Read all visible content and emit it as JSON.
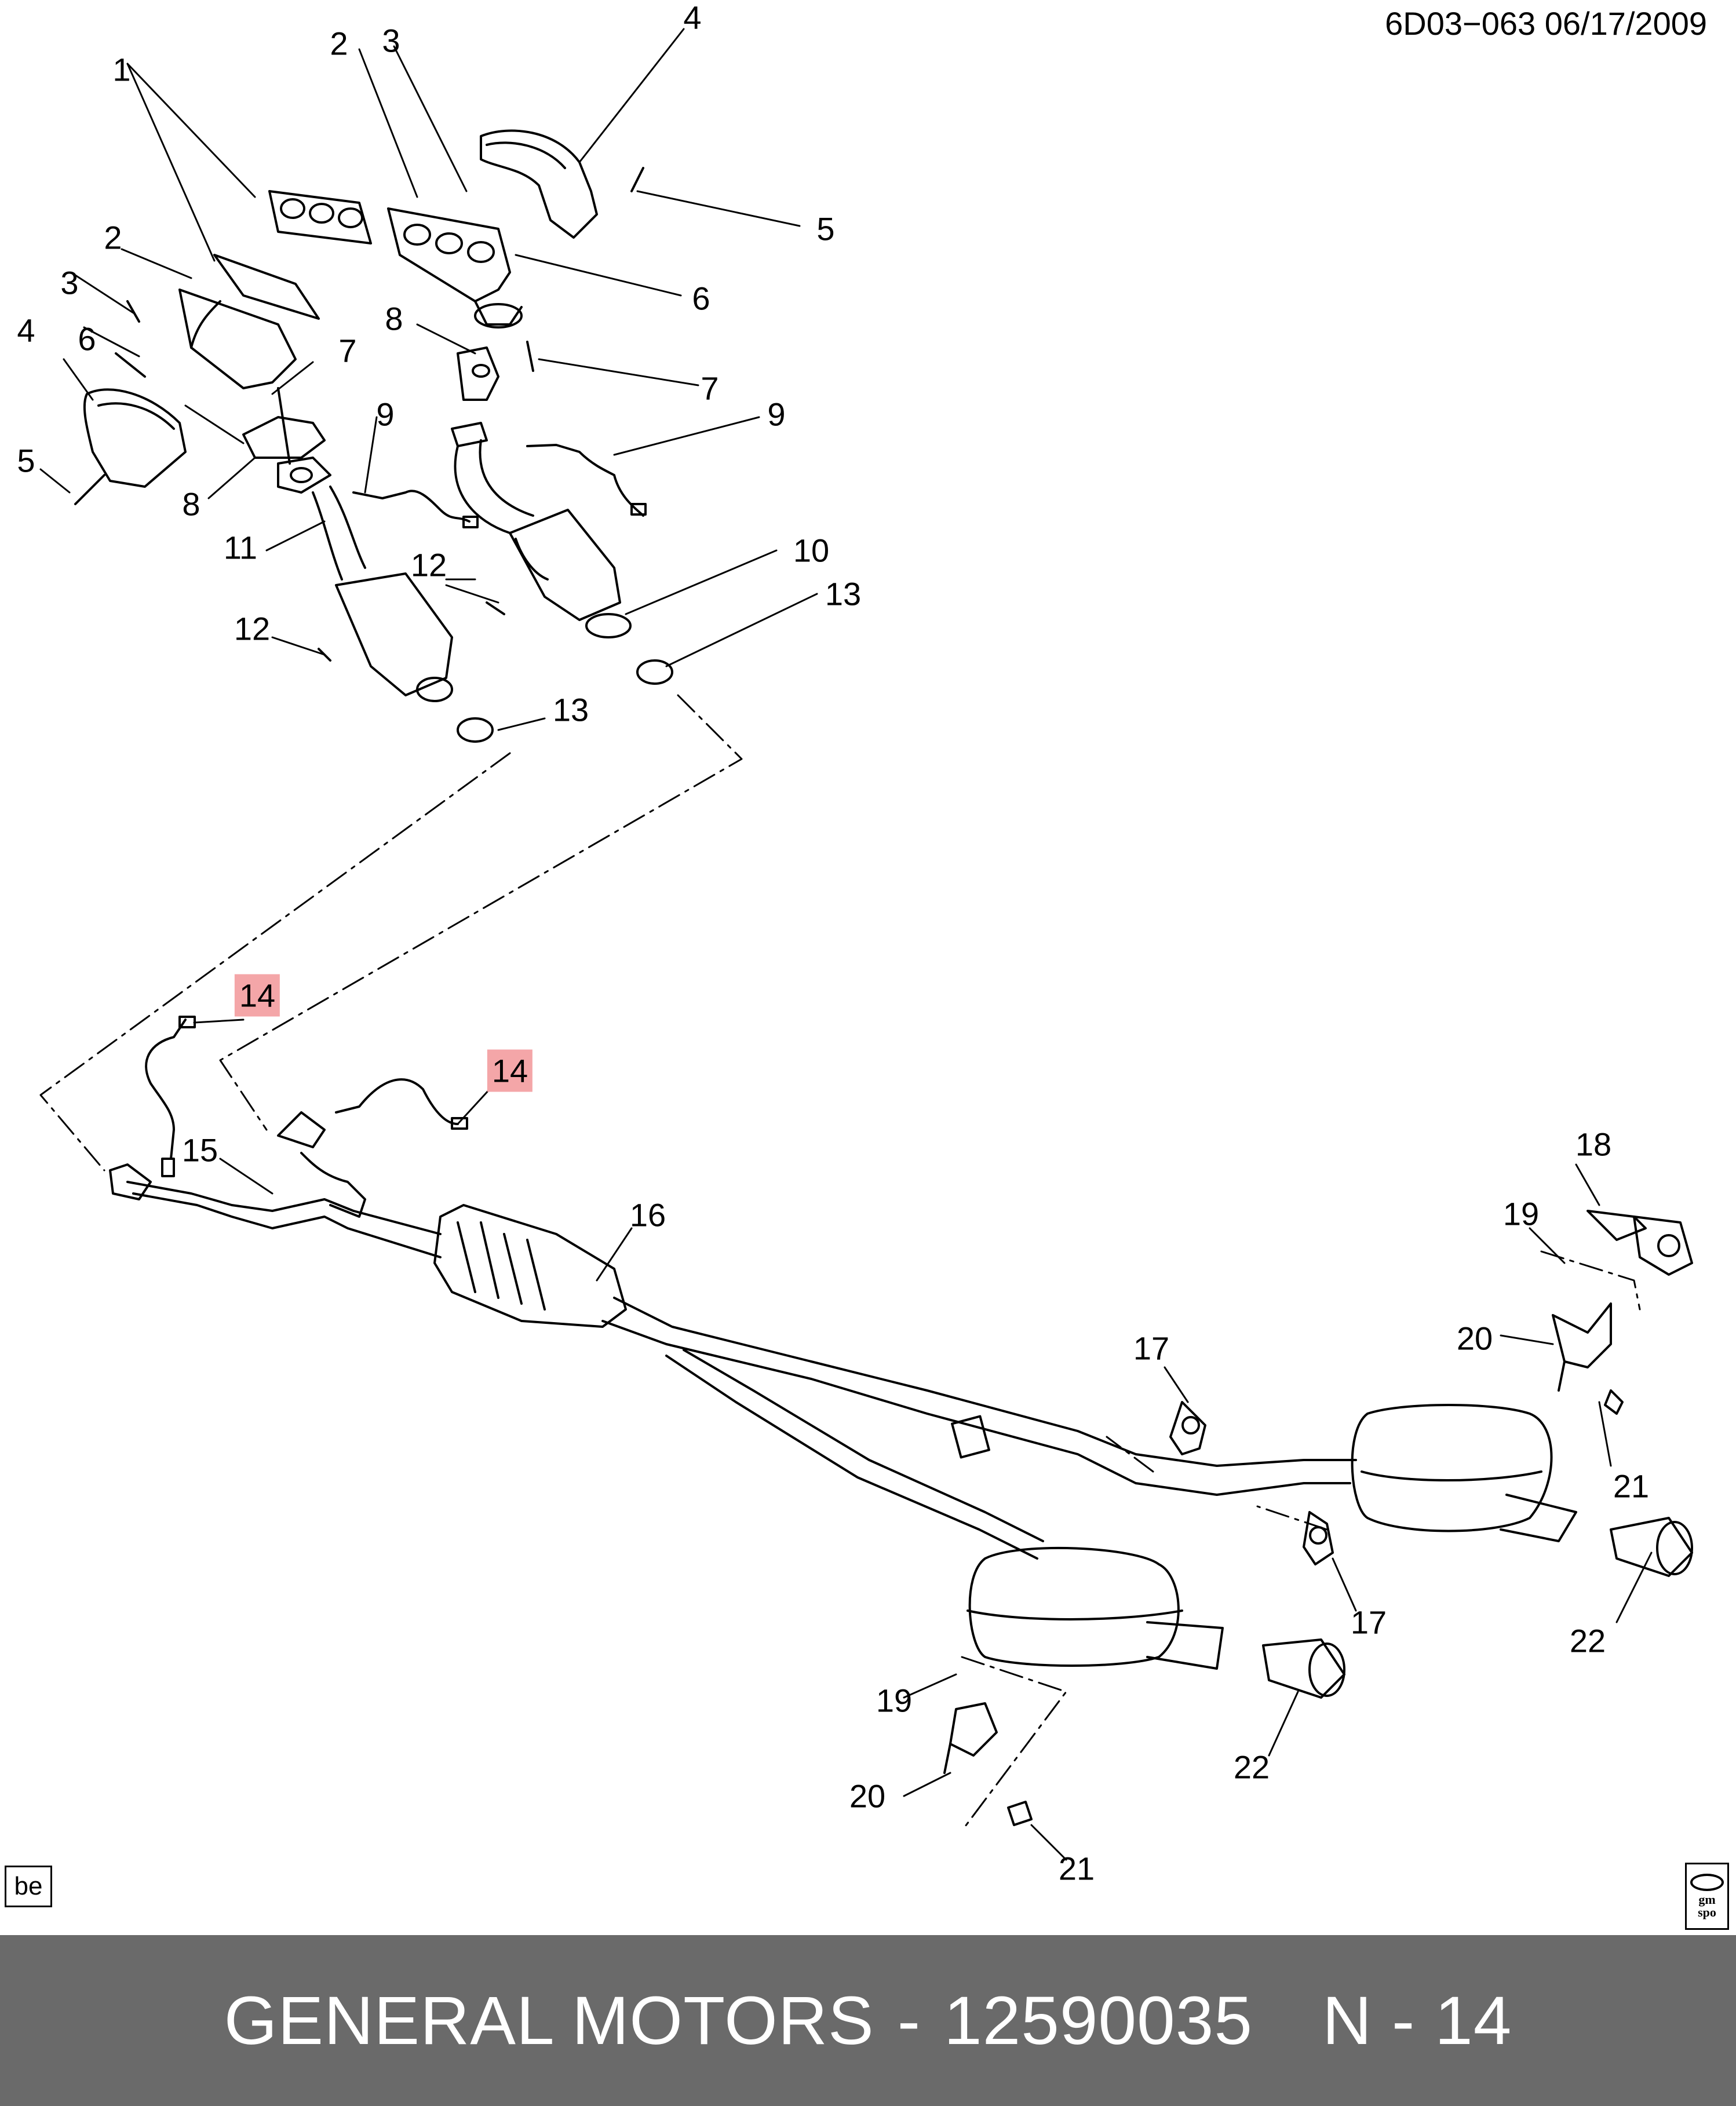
{
  "diagram": {
    "code": "6D03−063  06/17/2009",
    "be_label": "be",
    "logo": {
      "line1": "gm",
      "line2": "spo"
    },
    "callouts": [
      {
        "id": "c1",
        "label": "1"
      },
      {
        "id": "c2a",
        "label": "2"
      },
      {
        "id": "c3a",
        "label": "3"
      },
      {
        "id": "c4a",
        "label": "4"
      },
      {
        "id": "c5a",
        "label": "5"
      },
      {
        "id": "c6a",
        "label": "6"
      },
      {
        "id": "c2b",
        "label": "2"
      },
      {
        "id": "c3b",
        "label": "3"
      },
      {
        "id": "c4b",
        "label": "4"
      },
      {
        "id": "c6b",
        "label": "6"
      },
      {
        "id": "c7a",
        "label": "7"
      },
      {
        "id": "c8a",
        "label": "8"
      },
      {
        "id": "c7b",
        "label": "7"
      },
      {
        "id": "c5b",
        "label": "5"
      },
      {
        "id": "c9a",
        "label": "9"
      },
      {
        "id": "c8b",
        "label": "8"
      },
      {
        "id": "c9b",
        "label": "9"
      },
      {
        "id": "c11",
        "label": "11"
      },
      {
        "id": "c10",
        "label": "10"
      },
      {
        "id": "c12a",
        "label": "12"
      },
      {
        "id": "c13a",
        "label": "13"
      },
      {
        "id": "c12b",
        "label": "12"
      },
      {
        "id": "c13b",
        "label": "13"
      },
      {
        "id": "c14a",
        "label": "14",
        "highlight": true
      },
      {
        "id": "c14b",
        "label": "14",
        "highlight": true
      },
      {
        "id": "c15",
        "label": "15"
      },
      {
        "id": "c16",
        "label": "16"
      },
      {
        "id": "c18",
        "label": "18"
      },
      {
        "id": "c19a",
        "label": "19"
      },
      {
        "id": "c20a",
        "label": "20"
      },
      {
        "id": "c17a",
        "label": "17"
      },
      {
        "id": "c21a",
        "label": "21"
      },
      {
        "id": "c17b",
        "label": "17"
      },
      {
        "id": "c22a",
        "label": "22"
      },
      {
        "id": "c19b",
        "label": "19"
      },
      {
        "id": "c22b",
        "label": "22"
      },
      {
        "id": "c20b",
        "label": "20"
      },
      {
        "id": "c21b",
        "label": "21"
      }
    ]
  },
  "footer": {
    "brand": "GENERAL MOTORS",
    "separator": "-",
    "part_number": "12590035",
    "position_label": "N - 14"
  },
  "colors": {
    "highlight": "#f4a6a8",
    "footer_bg": "#6a6a6a",
    "footer_text": "#ffffff"
  }
}
